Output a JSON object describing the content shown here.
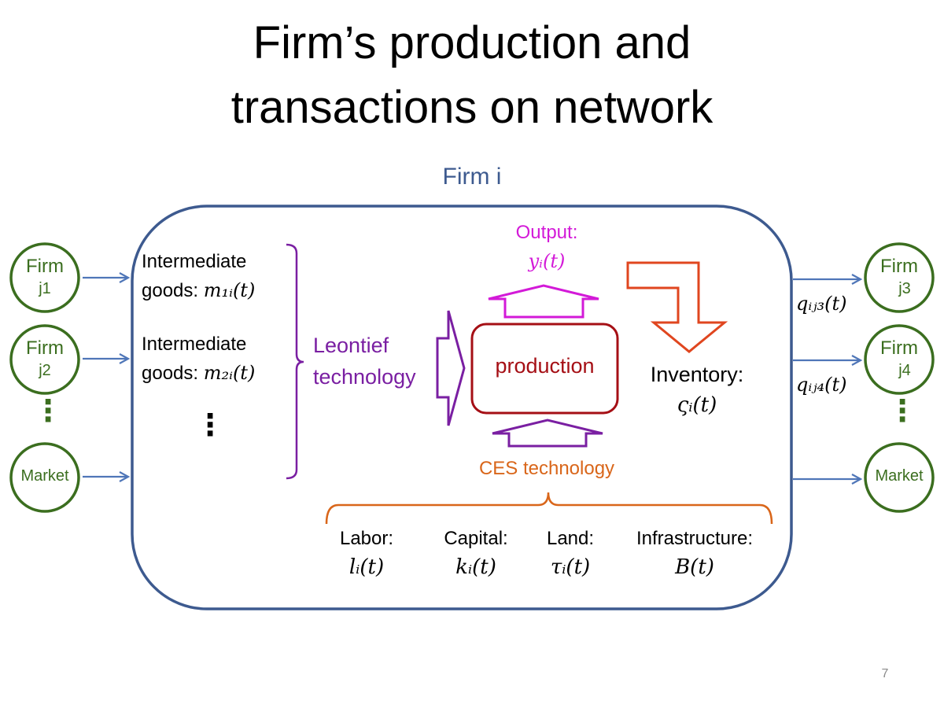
{
  "slide": {
    "title_line1": "Firm’s production and",
    "title_line2": "transactions on network",
    "page_number": "7"
  },
  "firm_box": {
    "label": "Firm i"
  },
  "left_nodes": {
    "j1": {
      "line1": "Firm",
      "line2": "j1"
    },
    "j2": {
      "line1": "Firm",
      "line2": "j2"
    },
    "market": {
      "label": "Market"
    },
    "dots": "⋮"
  },
  "right_nodes": {
    "j3": {
      "line1": "Firm",
      "line2": "j3"
    },
    "j4": {
      "line1": "Firm",
      "line2": "j4"
    },
    "market": {
      "label": "Market"
    },
    "dots": "⋮"
  },
  "inputs": {
    "m1_line1": "Intermediate",
    "m1_prefix": "goods: ",
    "m1_math": "m₁ᵢ(t)",
    "m2_line1": "Intermediate",
    "m2_prefix": "goods: ",
    "m2_math": "m₂ᵢ(t)",
    "dots": "⋮"
  },
  "leontief": {
    "line1": "Leontief",
    "line2": "technology"
  },
  "production": {
    "label": "production"
  },
  "output": {
    "label": "Output:",
    "math": "yᵢ(t)"
  },
  "inventory": {
    "label": "Inventory:",
    "math": "ςᵢ(t)"
  },
  "ces": {
    "label": "CES technology"
  },
  "factors": [
    {
      "label": "Labor:",
      "math": "lᵢ(t)"
    },
    {
      "label": "Capital:",
      "math": "kᵢ(t)"
    },
    {
      "label": "Land:",
      "math": "τᵢ(t)"
    },
    {
      "label": "Infrastructure:",
      "math": "B(t)"
    }
  ],
  "flows": {
    "q3": "qᵢⱼ₃(t)",
    "q4": "qᵢⱼ₄(t)"
  },
  "colors": {
    "box_border": "#3d5a8f",
    "node_green": "#3b6e1f",
    "arrow_blue": "#4f76b8",
    "leontief_purple": "#7a1fa2",
    "output_magenta": "#d31ad8",
    "production_red": "#a50f15",
    "inventory_arrow": "#e0461f",
    "ces_orange": "#d9661a"
  }
}
